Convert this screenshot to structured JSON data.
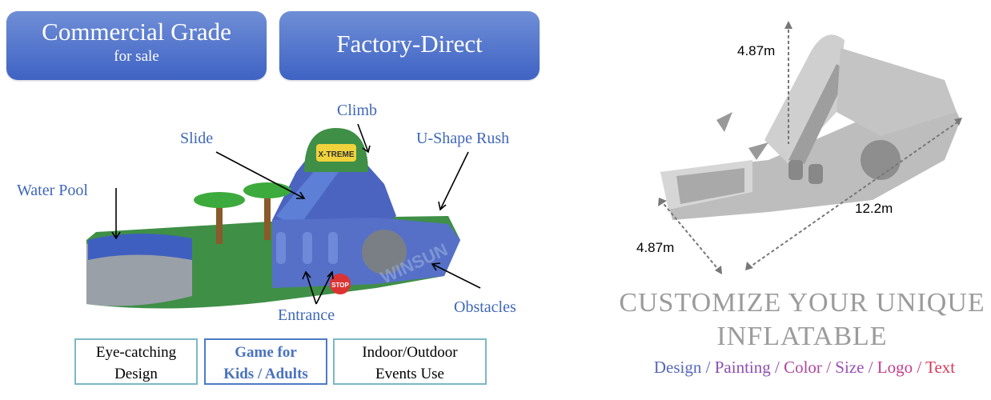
{
  "badges": {
    "commercial_title": "Commercial Grade",
    "commercial_sub": "for sale",
    "factory": "Factory-Direct"
  },
  "callouts": {
    "climb": "Climb",
    "slide": "Slide",
    "u_shape": "U-Shape Rush",
    "water_pool": "Water Pool",
    "obstacles": "Obstacles",
    "entrance": "Entrance"
  },
  "features": [
    {
      "line1": "Eye-catching",
      "line2": "Design"
    },
    {
      "line1": "Game for",
      "line2": "Kids / Adults"
    },
    {
      "line1": "Indoor/Outdoor",
      "line2": "Events Use"
    }
  ],
  "dimensions": {
    "height": "4.87m",
    "length": "12.2m",
    "width": "4.87m"
  },
  "headline": {
    "line1": "CUSTOMIZE YOUR UNIQUE",
    "line2": "INFLATABLE"
  },
  "customize_options": [
    {
      "label": "Design",
      "color": "#5566b8"
    },
    {
      "label": "Painting",
      "color": "#8c4fb0"
    },
    {
      "label": "Color",
      "color": "#b0479e"
    },
    {
      "label": "Size",
      "color": "#9a4fb6"
    },
    {
      "label": "Logo",
      "color": "#c43f8c"
    },
    {
      "label": "Text",
      "color": "#d23a5a"
    }
  ],
  "separator": " / ",
  "product_logo_text": "WINSUN",
  "slide_sign_text": "X-TREME",
  "stop_sign_text": "STOP"
}
